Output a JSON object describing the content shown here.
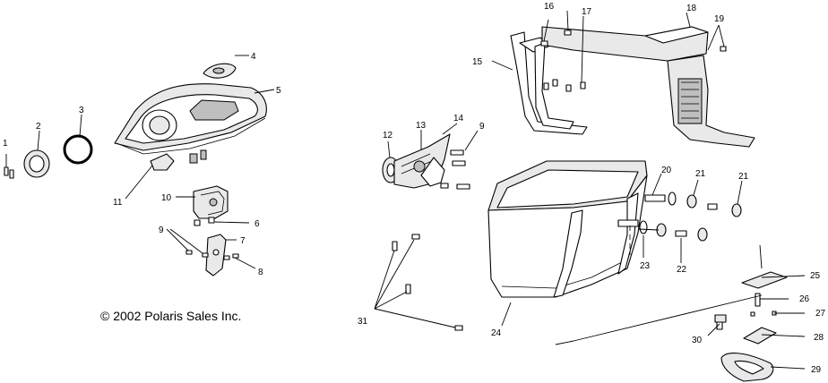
{
  "copyright": "© 2002 Polaris Sales Inc.",
  "callouts": {
    "c1": "1",
    "c2": "2",
    "c3": "3",
    "c4": "4",
    "c5": "5",
    "c6": "6",
    "c7": "7",
    "c8": "8",
    "c9a": "9",
    "c9b": "9",
    "c10": "10",
    "c11": "11",
    "c12": "12",
    "c13": "13",
    "c14": "14",
    "c15": "15",
    "c16": "16",
    "c17": "17",
    "c18": "18",
    "c19": "19",
    "c20": "20",
    "c21a": "21",
    "c21b": "21",
    "c22": "22",
    "c23": "23",
    "c24": "24",
    "c25": "25",
    "c26": "26",
    "c27": "27",
    "c28": "28",
    "c29": "29",
    "c30": "30",
    "c31": "31"
  }
}
